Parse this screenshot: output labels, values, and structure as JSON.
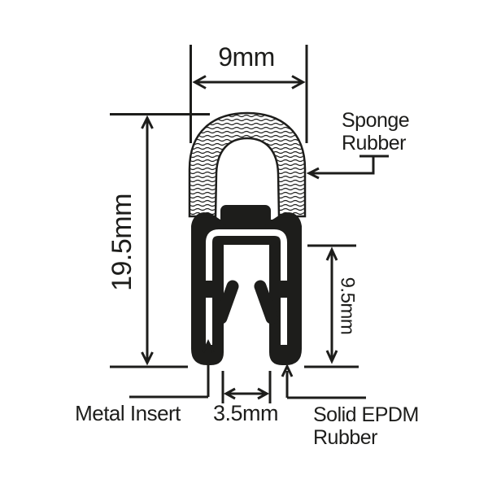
{
  "diagram": {
    "type": "technical-cross-section",
    "dimensions": {
      "top_width": "9mm",
      "overall_height": "19.5mm",
      "side_height": "9.5mm",
      "bottom_gap": "3.5mm"
    },
    "parts": {
      "sponge_line1": "Sponge",
      "sponge_line2": "Rubber",
      "metal_insert": "Metal Insert",
      "solid_line1": "Solid EPDM",
      "solid_line2": "Rubber"
    },
    "colors": {
      "ink": "#1d1d1b",
      "background": "#ffffff"
    }
  }
}
